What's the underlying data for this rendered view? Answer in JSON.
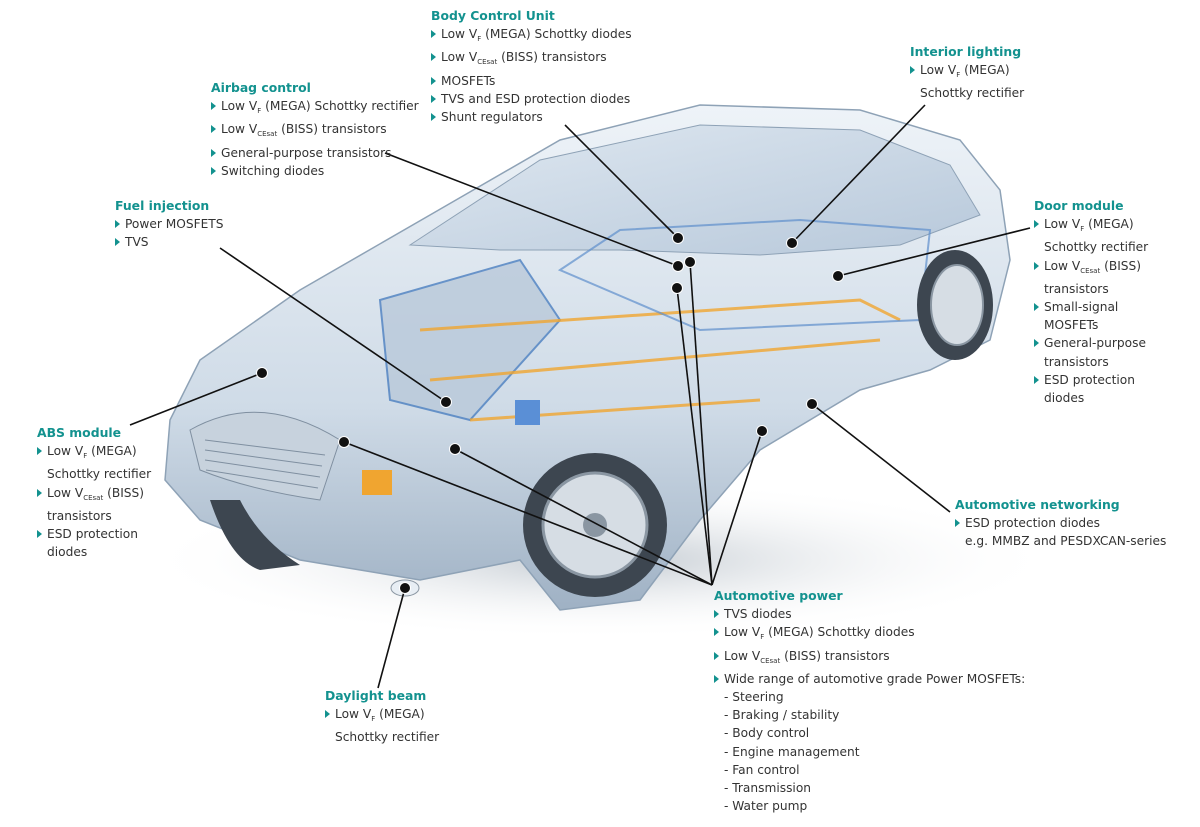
{
  "colors": {
    "accent": "#13928f",
    "text": "#333333",
    "line": "#111111"
  },
  "blocks": [
    {
      "id": "body-control-unit",
      "title": "Body Control Unit",
      "items": [
        {
          "a": "Low V",
          "sub": "F",
          "b": " (MEGA) Schottky diodes"
        },
        {
          "a": "Low V",
          "sub": "CEsat",
          "b": " (BISS) transistors"
        },
        {
          "a": "MOSFETs"
        },
        {
          "a": "TVS and ESD protection diodes"
        },
        {
          "a": "Shunt regulators"
        }
      ]
    },
    {
      "id": "interior-lighting",
      "title": "Interior lighting",
      "items": [
        {
          "a": "Low V",
          "sub": "F",
          "b": " (MEGA)",
          "c": "Schottky rectifier"
        }
      ]
    },
    {
      "id": "airbag-control",
      "title": "Airbag control",
      "items": [
        {
          "a": "Low V",
          "sub": "F",
          "b": " (MEGA) Schottky rectifier"
        },
        {
          "a": "Low V",
          "sub": "CEsat",
          "b": " (BISS) transistors"
        },
        {
          "a": "General-purpose transistors"
        },
        {
          "a": "Switching diodes"
        }
      ]
    },
    {
      "id": "fuel-injection",
      "title": "Fuel injection",
      "items": [
        {
          "a": "Power MOSFETS"
        },
        {
          "a": "TVS"
        }
      ]
    },
    {
      "id": "door-module",
      "title": "Door module",
      "items": [
        {
          "a": "Low V",
          "sub": "F",
          "b": " (MEGA)",
          "c": "Schottky rectifier"
        },
        {
          "a": "Low V",
          "sub": "CEsat",
          "b": " (BISS)",
          "c": "transistors"
        },
        {
          "a": "Small-signal",
          "c": "MOSFETs"
        },
        {
          "a": "General-purpose",
          "c": "transistors"
        },
        {
          "a": "ESD protection",
          "c": "diodes"
        }
      ]
    },
    {
      "id": "abs-module",
      "title": "ABS module",
      "items": [
        {
          "a": "Low V",
          "sub": "F",
          "b": " (MEGA)",
          "c": "Schottky rectifier"
        },
        {
          "a": "Low V",
          "sub": "CEsat",
          "b": " (BISS)",
          "c": "transistors"
        },
        {
          "a": "ESD protection",
          "c": "diodes"
        }
      ]
    },
    {
      "id": "automotive-networking",
      "title": "Automotive networking",
      "items": [
        {
          "a": "ESD protection diodes",
          "c": "e.g. MMBZ and PESDXCAN-series"
        }
      ]
    },
    {
      "id": "automotive-power",
      "title": "Automotive power",
      "items": [
        {
          "a": "TVS diodes"
        },
        {
          "a": "Low V",
          "sub": "F",
          "b": " (MEGA) Schottky diodes"
        },
        {
          "a": "Low V",
          "sub": "CEsat",
          "b": " (BISS) transistors"
        },
        {
          "a": "Wide range of automotive grade Power MOSFETs:"
        }
      ],
      "subitems": [
        "- Steering",
        "- Braking / stability",
        "- Body control",
        "- Engine management",
        "- Fan control",
        "- Transmission",
        "- Water pump"
      ]
    },
    {
      "id": "daylight-beam",
      "title": "Daylight beam",
      "items": [
        {
          "a": "Low V",
          "sub": "F",
          "b": " (MEGA)",
          "c": "Schottky rectifier"
        }
      ]
    }
  ]
}
